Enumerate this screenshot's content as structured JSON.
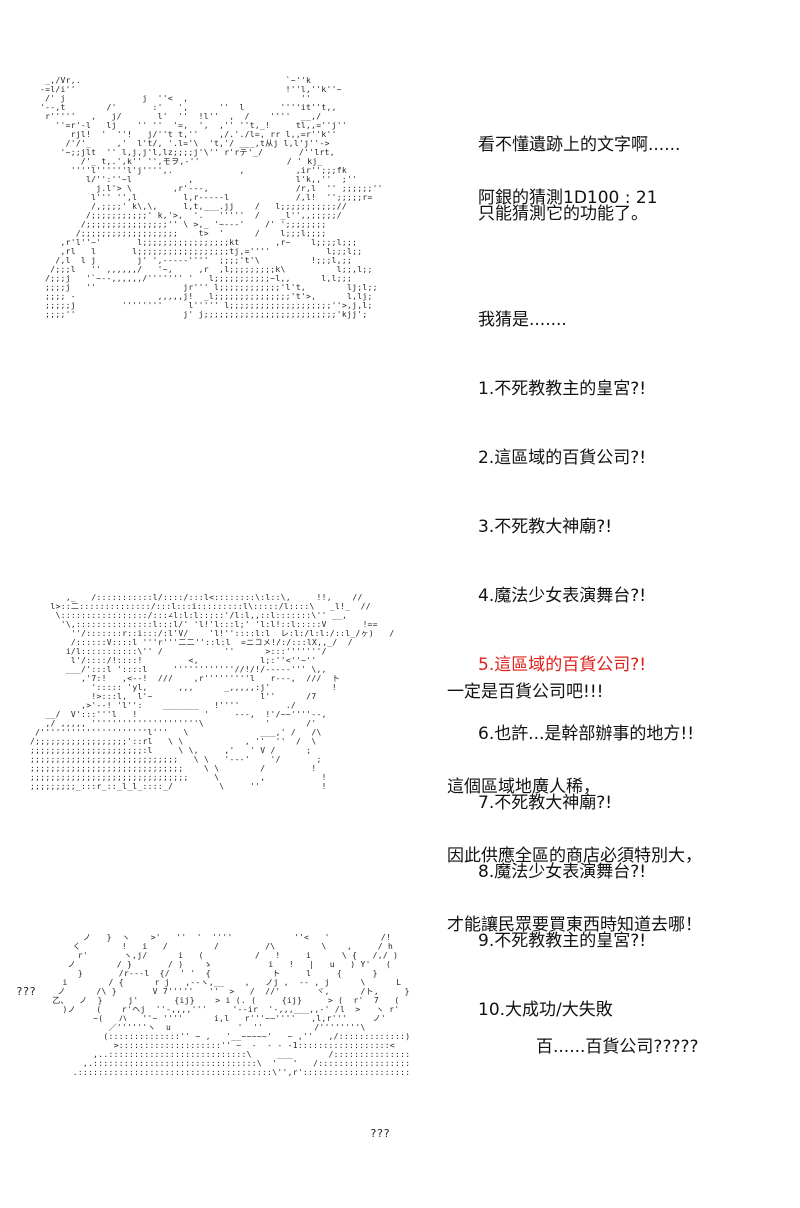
{
  "panel1": {
    "caption": [
      "看不懂遺跡上的文字啊......",
      "只能猜測它的功能了。"
    ],
    "roll": "阿銀的猜測1D100 : 21",
    "guess_intro": "我猜是.......",
    "guesses": [
      {
        "text": "1.不死教教主的皇宮?!",
        "highlight": false
      },
      {
        "text": "2.這區域的百貨公司?!",
        "highlight": false
      },
      {
        "text": "3.不死教大神廟?!",
        "highlight": false
      },
      {
        "text": "4.魔法少女表演舞台?!",
        "highlight": false
      },
      {
        "text": "5.這區域的百貨公司?!",
        "highlight": true
      },
      {
        "text": "6.也許...是幹部辦事的地方!!",
        "highlight": false
      },
      {
        "text": "7.不死教大神廟?!",
        "highlight": false
      },
      {
        "text": "8.魔法少女表演舞台?!",
        "highlight": false
      },
      {
        "text": "9.不死教教主的皇宮?!",
        "highlight": false
      },
      {
        "text": "10.大成功/大失敗",
        "highlight": false
      }
    ]
  },
  "panel2": {
    "headline": "一定是百貨公司吧!!!",
    "lines": [
      "這個區域地廣人稀，",
      "因此供應全區的商店必須特別大，",
      "才能讓民眾要買東西時知道去哪！"
    ]
  },
  "panel3": {
    "line": "百......百貨公司?????",
    "marks": [
      "???",
      "???"
    ]
  },
  "colors": {
    "highlight": "#e0201a",
    "text": "#111111"
  }
}
